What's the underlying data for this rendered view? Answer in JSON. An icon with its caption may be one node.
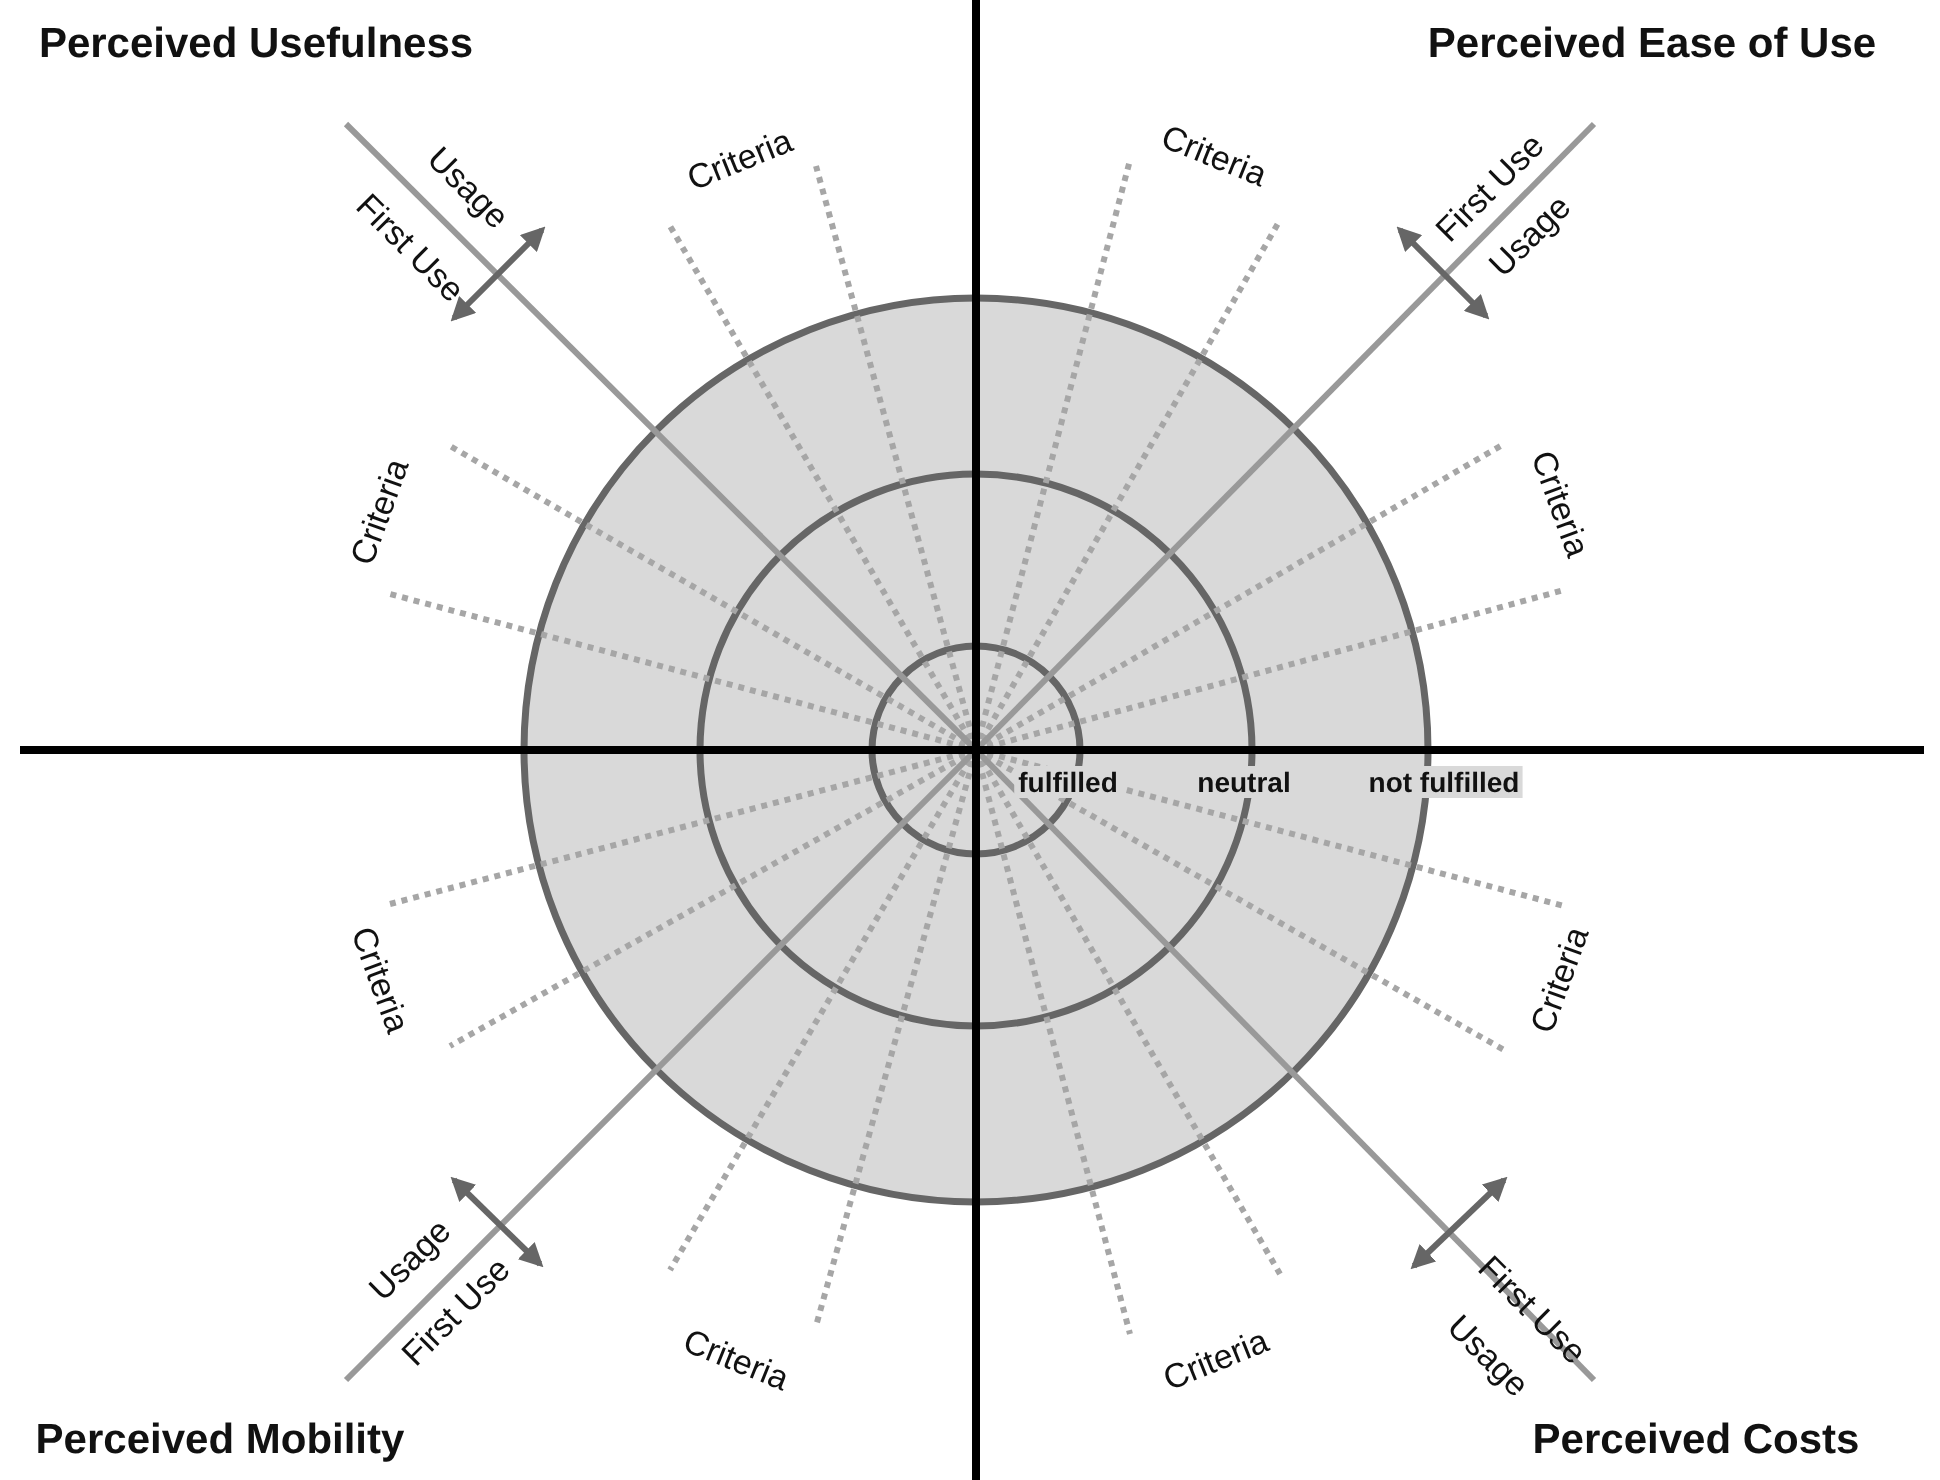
{
  "diagram": {
    "labels": [
      "Perceived Usefulness",
      "Perceived Ease of Use",
      "Criteria",
      "Criteria",
      "Usage",
      "First Use",
      "First Use",
      "Usage",
      "Criteria",
      "Criteria",
      "fulfilled",
      "neutral",
      "not fulfilled",
      "Criteria",
      "Criteria",
      "Usage",
      "First Use",
      "Criteria",
      "Criteria",
      "First Use",
      "Usage",
      "Perceived Mobility",
      "Perceived Costs"
    ]
  }
}
